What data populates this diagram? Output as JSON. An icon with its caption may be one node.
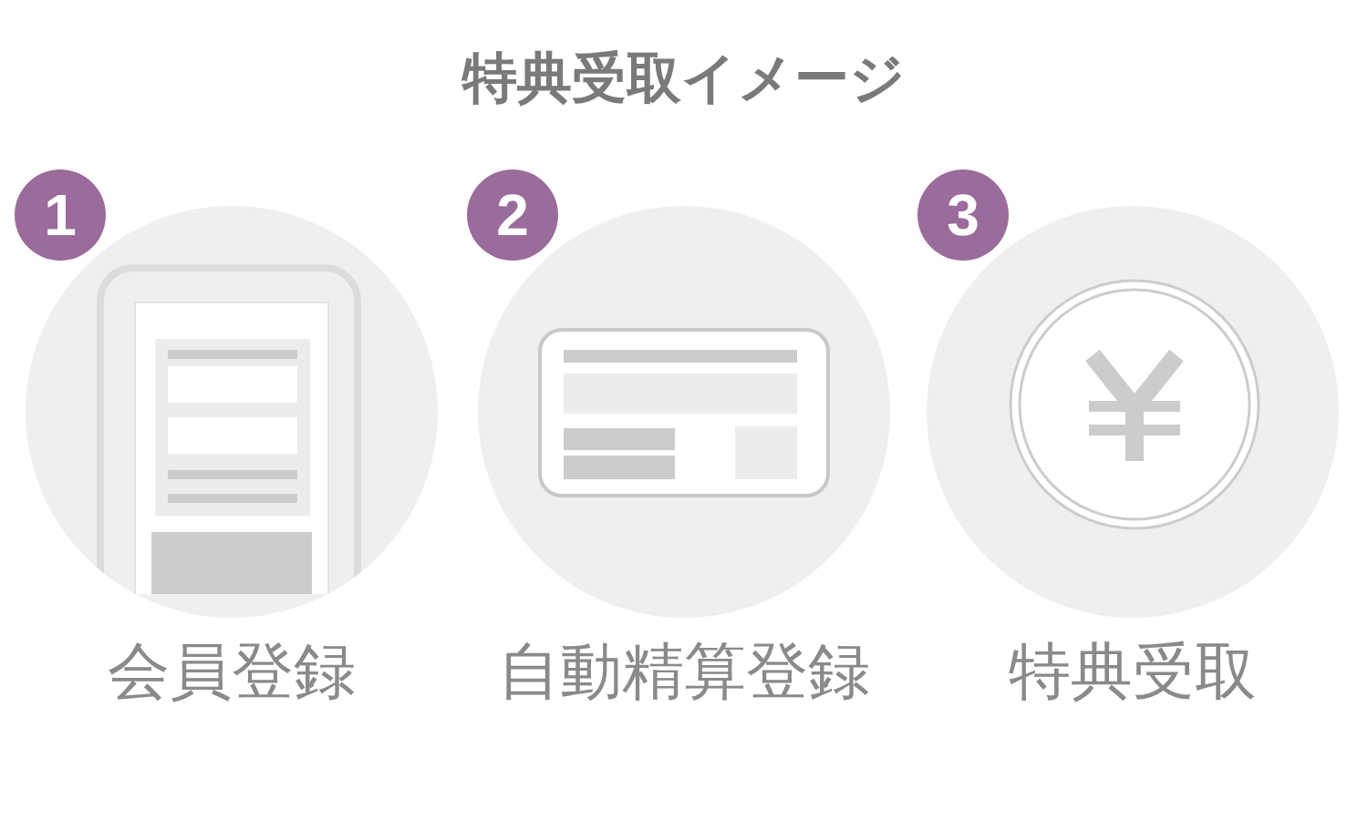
{
  "diagram": {
    "title": "特典受取イメージ",
    "nodes": [
      {
        "text": [
          "1"
        ]
      },
      {
        "text": [
          "会員登録"
        ]
      },
      {
        "text": [
          "2"
        ]
      },
      {
        "text": [
          "自動精算登録"
        ]
      },
      {
        "text": [
          "3"
        ]
      },
      {
        "text": [
          "特典受取"
        ]
      }
    ]
  }
}
